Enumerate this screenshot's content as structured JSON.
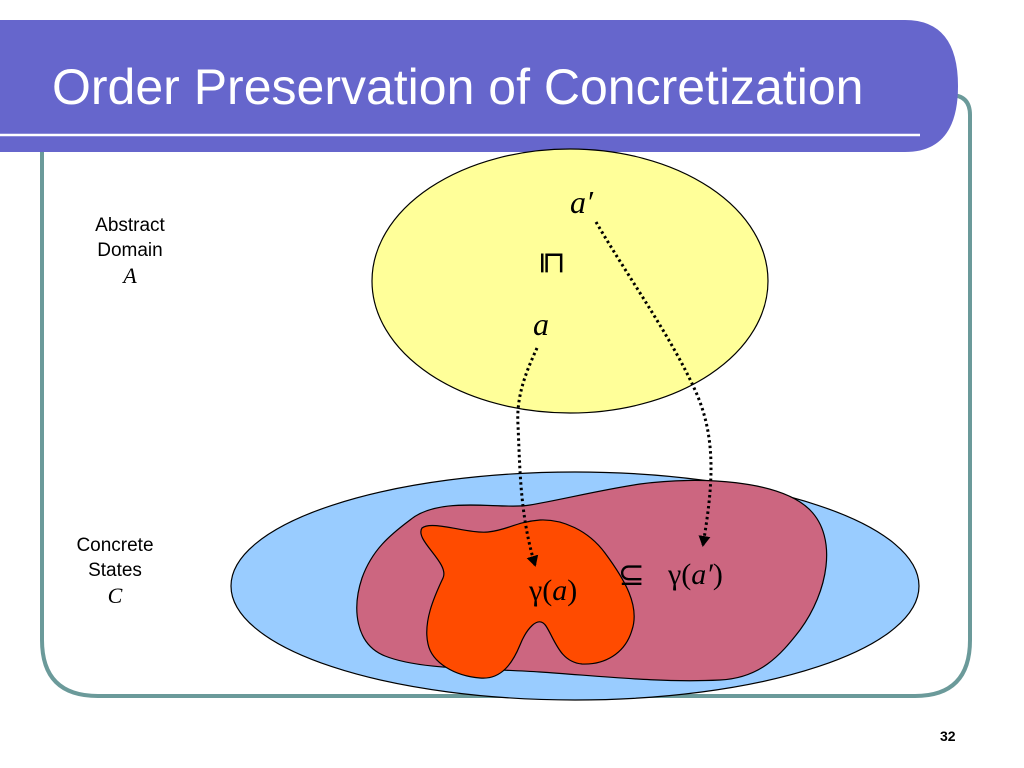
{
  "slide": {
    "title": "Order Preservation of Concretization",
    "page_number": "32",
    "colors": {
      "title_bar": "#6666cc",
      "frame": "#6b9a9a",
      "abstract_domain_fill": "#ffff99",
      "concrete_states_fill": "#99ccff",
      "gamma_a_prime_region": "#cc6680",
      "gamma_a_region": "#ff4b00"
    }
  },
  "abstract_domain": {
    "label_line1": "Abstract",
    "label_line2": "Domain",
    "symbol": "A",
    "element_a_prime": "a′",
    "order_symbol": "⊑",
    "element_a": "a"
  },
  "concrete_states": {
    "label_line1": "Concrete",
    "label_line2": "States",
    "symbol": "C",
    "gamma_a": {
      "gamma": "γ",
      "open": "(",
      "arg": "a",
      "close": ")"
    },
    "subset_symbol": "⊆",
    "gamma_a_prime": {
      "gamma": "γ",
      "open": "(",
      "arg": "a′",
      "close": ")"
    }
  },
  "arrows": [
    {
      "from": "a",
      "to": "γ(a)",
      "style": "dotted"
    },
    {
      "from": "a′",
      "to": "γ(a′)",
      "style": "dotted"
    }
  ]
}
